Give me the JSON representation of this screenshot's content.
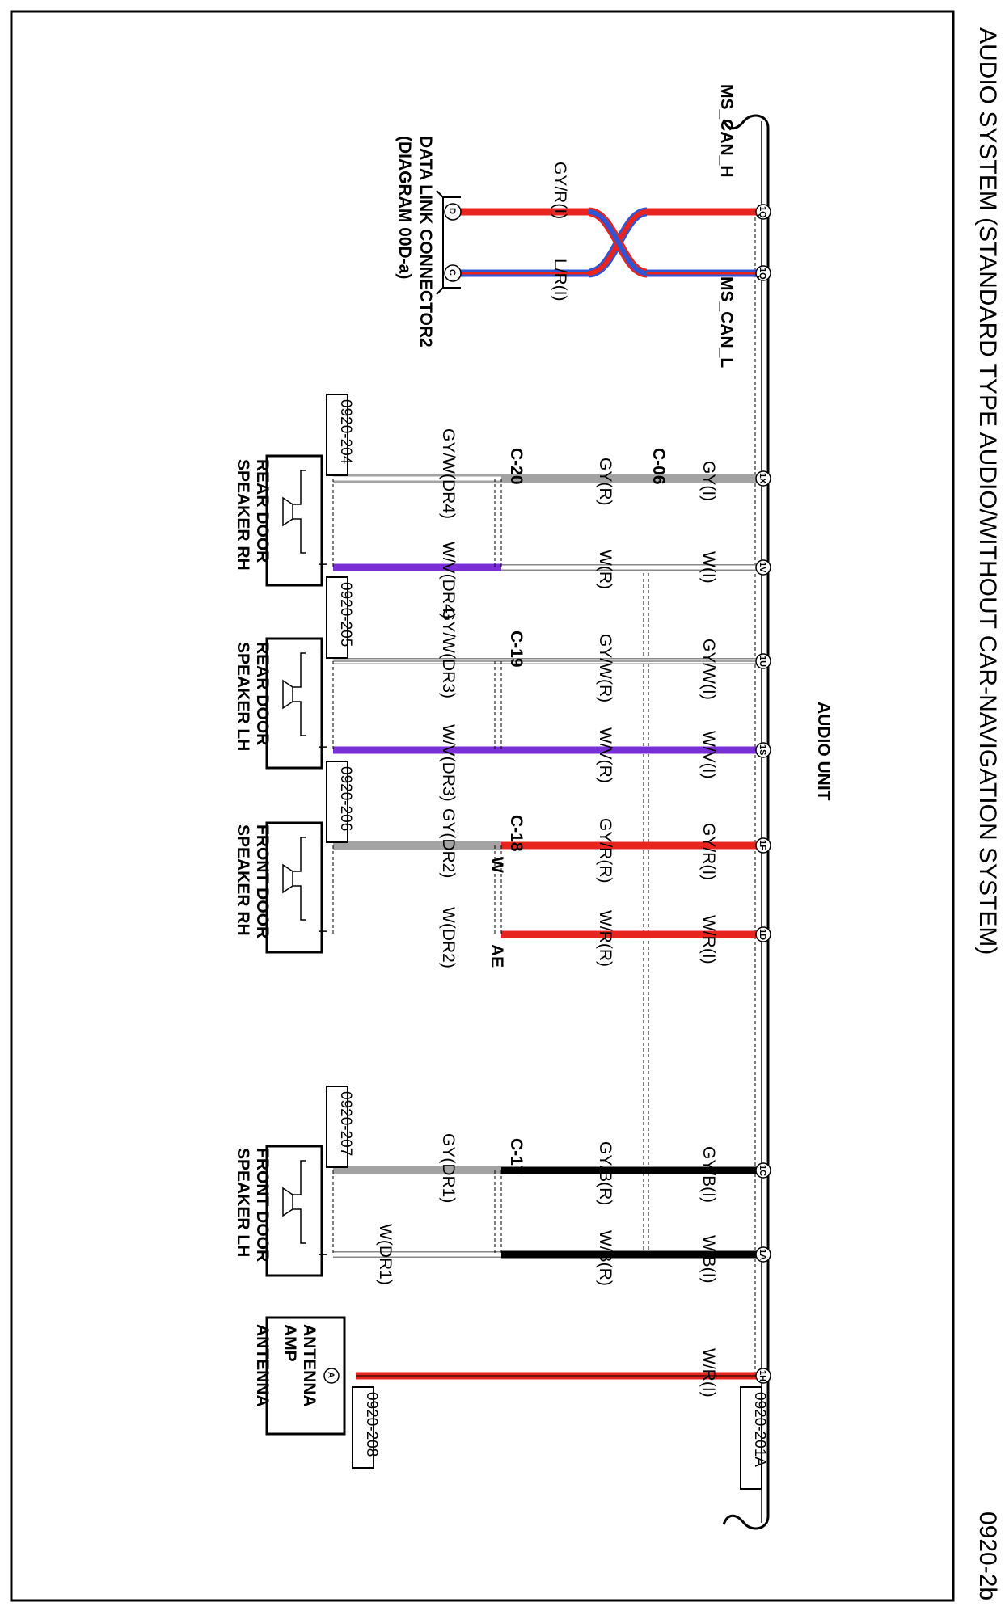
{
  "page": {
    "title": "AUDIO SYSTEM (STANDARD TYPE AUDIO/WITHOUT CAR-NAVIGATION SYSTEM)",
    "page_id": "0920-2b"
  },
  "colors": {
    "red": "#e8241f",
    "blue": "#2f55d4",
    "gray": "#a3a3a3",
    "violet": "#7a2fd6",
    "black": "#000000",
    "white_wire_outline": "#777777"
  },
  "audio_unit": {
    "label": "AUDIO UNIT",
    "ref": "0920-201A"
  },
  "can_bus": {
    "h_label": "MS_CAN_H",
    "l_label": "MS_CAN_L",
    "pins": [
      "1Q",
      "1Q"
    ],
    "wires": [
      "GY/R(I)",
      "L/R(I)"
    ],
    "connector_pins": [
      "D",
      "C"
    ],
    "connector_name": "DATA LINK CONNECTOR2",
    "connector_note": "(DIAGRAM 00D-a)"
  },
  "channels": [
    {
      "pins": [
        "1X",
        "1V"
      ],
      "wires_unit": [
        "GY(I)",
        "W(I)"
      ],
      "junction": "C-06",
      "wires_mid": [
        "GY(R)",
        "W(R)"
      ],
      "connector": "C-20",
      "wires_spk": [
        "GY/W(DR4)",
        "W/V(DR4)"
      ],
      "ref": "0920-204",
      "name": [
        "REAR DOOR",
        "SPEAKER RH"
      ]
    },
    {
      "pins": [
        "1U",
        "1S"
      ],
      "wires_unit": [
        "GY/W(I)",
        "W/V(I)"
      ],
      "wires_mid": [
        "GY/W(R)",
        "W/V(R)"
      ],
      "connector": "C-19",
      "wires_spk": [
        "GY/W(DR3)",
        "W/V(DR3)"
      ],
      "ref": "0920-205",
      "name": [
        "REAR DOOR",
        "SPEAKER LH"
      ]
    },
    {
      "pins": [
        "1F",
        "1D"
      ],
      "wires_unit": [
        "GY/R(I)",
        "W/R(I)"
      ],
      "wires_mid": [
        "GY/R(R)",
        "W/R(R)"
      ],
      "connector": "C-18",
      "tags": [
        "W",
        "AE"
      ],
      "wires_spk": [
        "GY(DR2)",
        "W(DR2)"
      ],
      "ref": "0920-206",
      "name": [
        "FRONT DOOR",
        "SPEAKER RH"
      ]
    },
    {
      "pins": [
        "1C",
        "1A"
      ],
      "wires_unit": [
        "GY/B(I)",
        "W/B(I)"
      ],
      "wires_mid": [
        "GY/B(R)",
        "W/B(R)"
      ],
      "connector": "C-17",
      "wires_spk": [
        "GY(DR1)",
        "W(DR1)"
      ],
      "ref": "0920-207",
      "name": [
        "FRONT DOOR",
        "SPEAKER LH"
      ]
    }
  ],
  "speaker_terminals": [
    "−",
    "+"
  ],
  "antenna": {
    "pin": "1H",
    "wire": "W/R(I)",
    "amp_pin": "A",
    "ref": "0920-208",
    "amp_name": [
      "ANTENNA",
      "AMP"
    ],
    "name": "ANTENNA"
  }
}
